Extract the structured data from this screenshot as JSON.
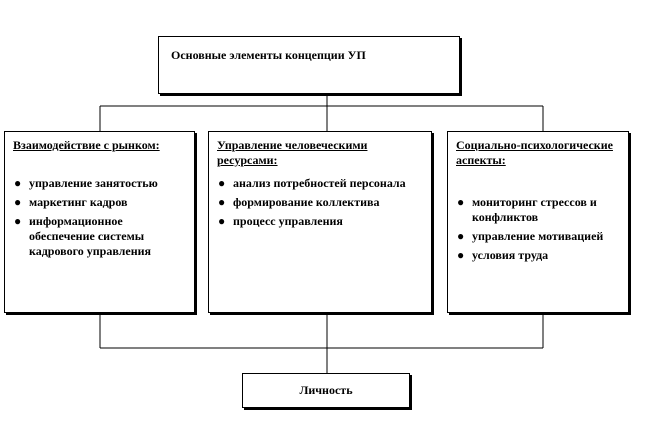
{
  "top": {
    "label": "Основные элементы концепции УП"
  },
  "boxes": [
    {
      "heading": "Взаимодействие с рынком:",
      "items": [
        "управление занятостью",
        "маркетинг кадров",
        "информационное обеспечение системы кадрового управления"
      ]
    },
    {
      "heading": "Управление человеческими ресурсами:",
      "items": [
        "анализ потребностей персонала",
        "формирование коллектива",
        "процесс управления"
      ]
    },
    {
      "heading": "Социально-психологические аспекты:",
      "items": [
        "мониторинг стрессов и конфликтов",
        "управление мотивацией",
        "условия труда"
      ]
    }
  ],
  "bottom": {
    "label": "Личность"
  }
}
